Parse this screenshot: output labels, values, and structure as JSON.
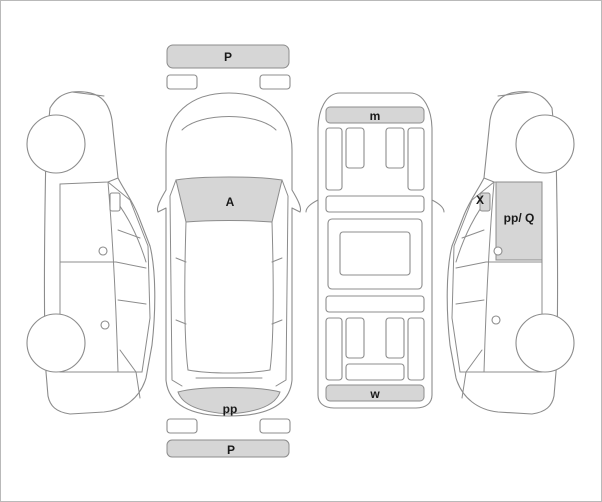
{
  "colors": {
    "damage_fill": "#d6d6d6",
    "outline": "#8c8c8c",
    "frame": "#b9b9b9"
  },
  "labels": {
    "front_bumper": "P",
    "windshield": "A",
    "rear_window": "pp",
    "rear_bumper": "P",
    "roof_front": "m",
    "roof_rear": "w",
    "right_side_x": "X",
    "right_side_rear_door": "pp/ Q"
  }
}
